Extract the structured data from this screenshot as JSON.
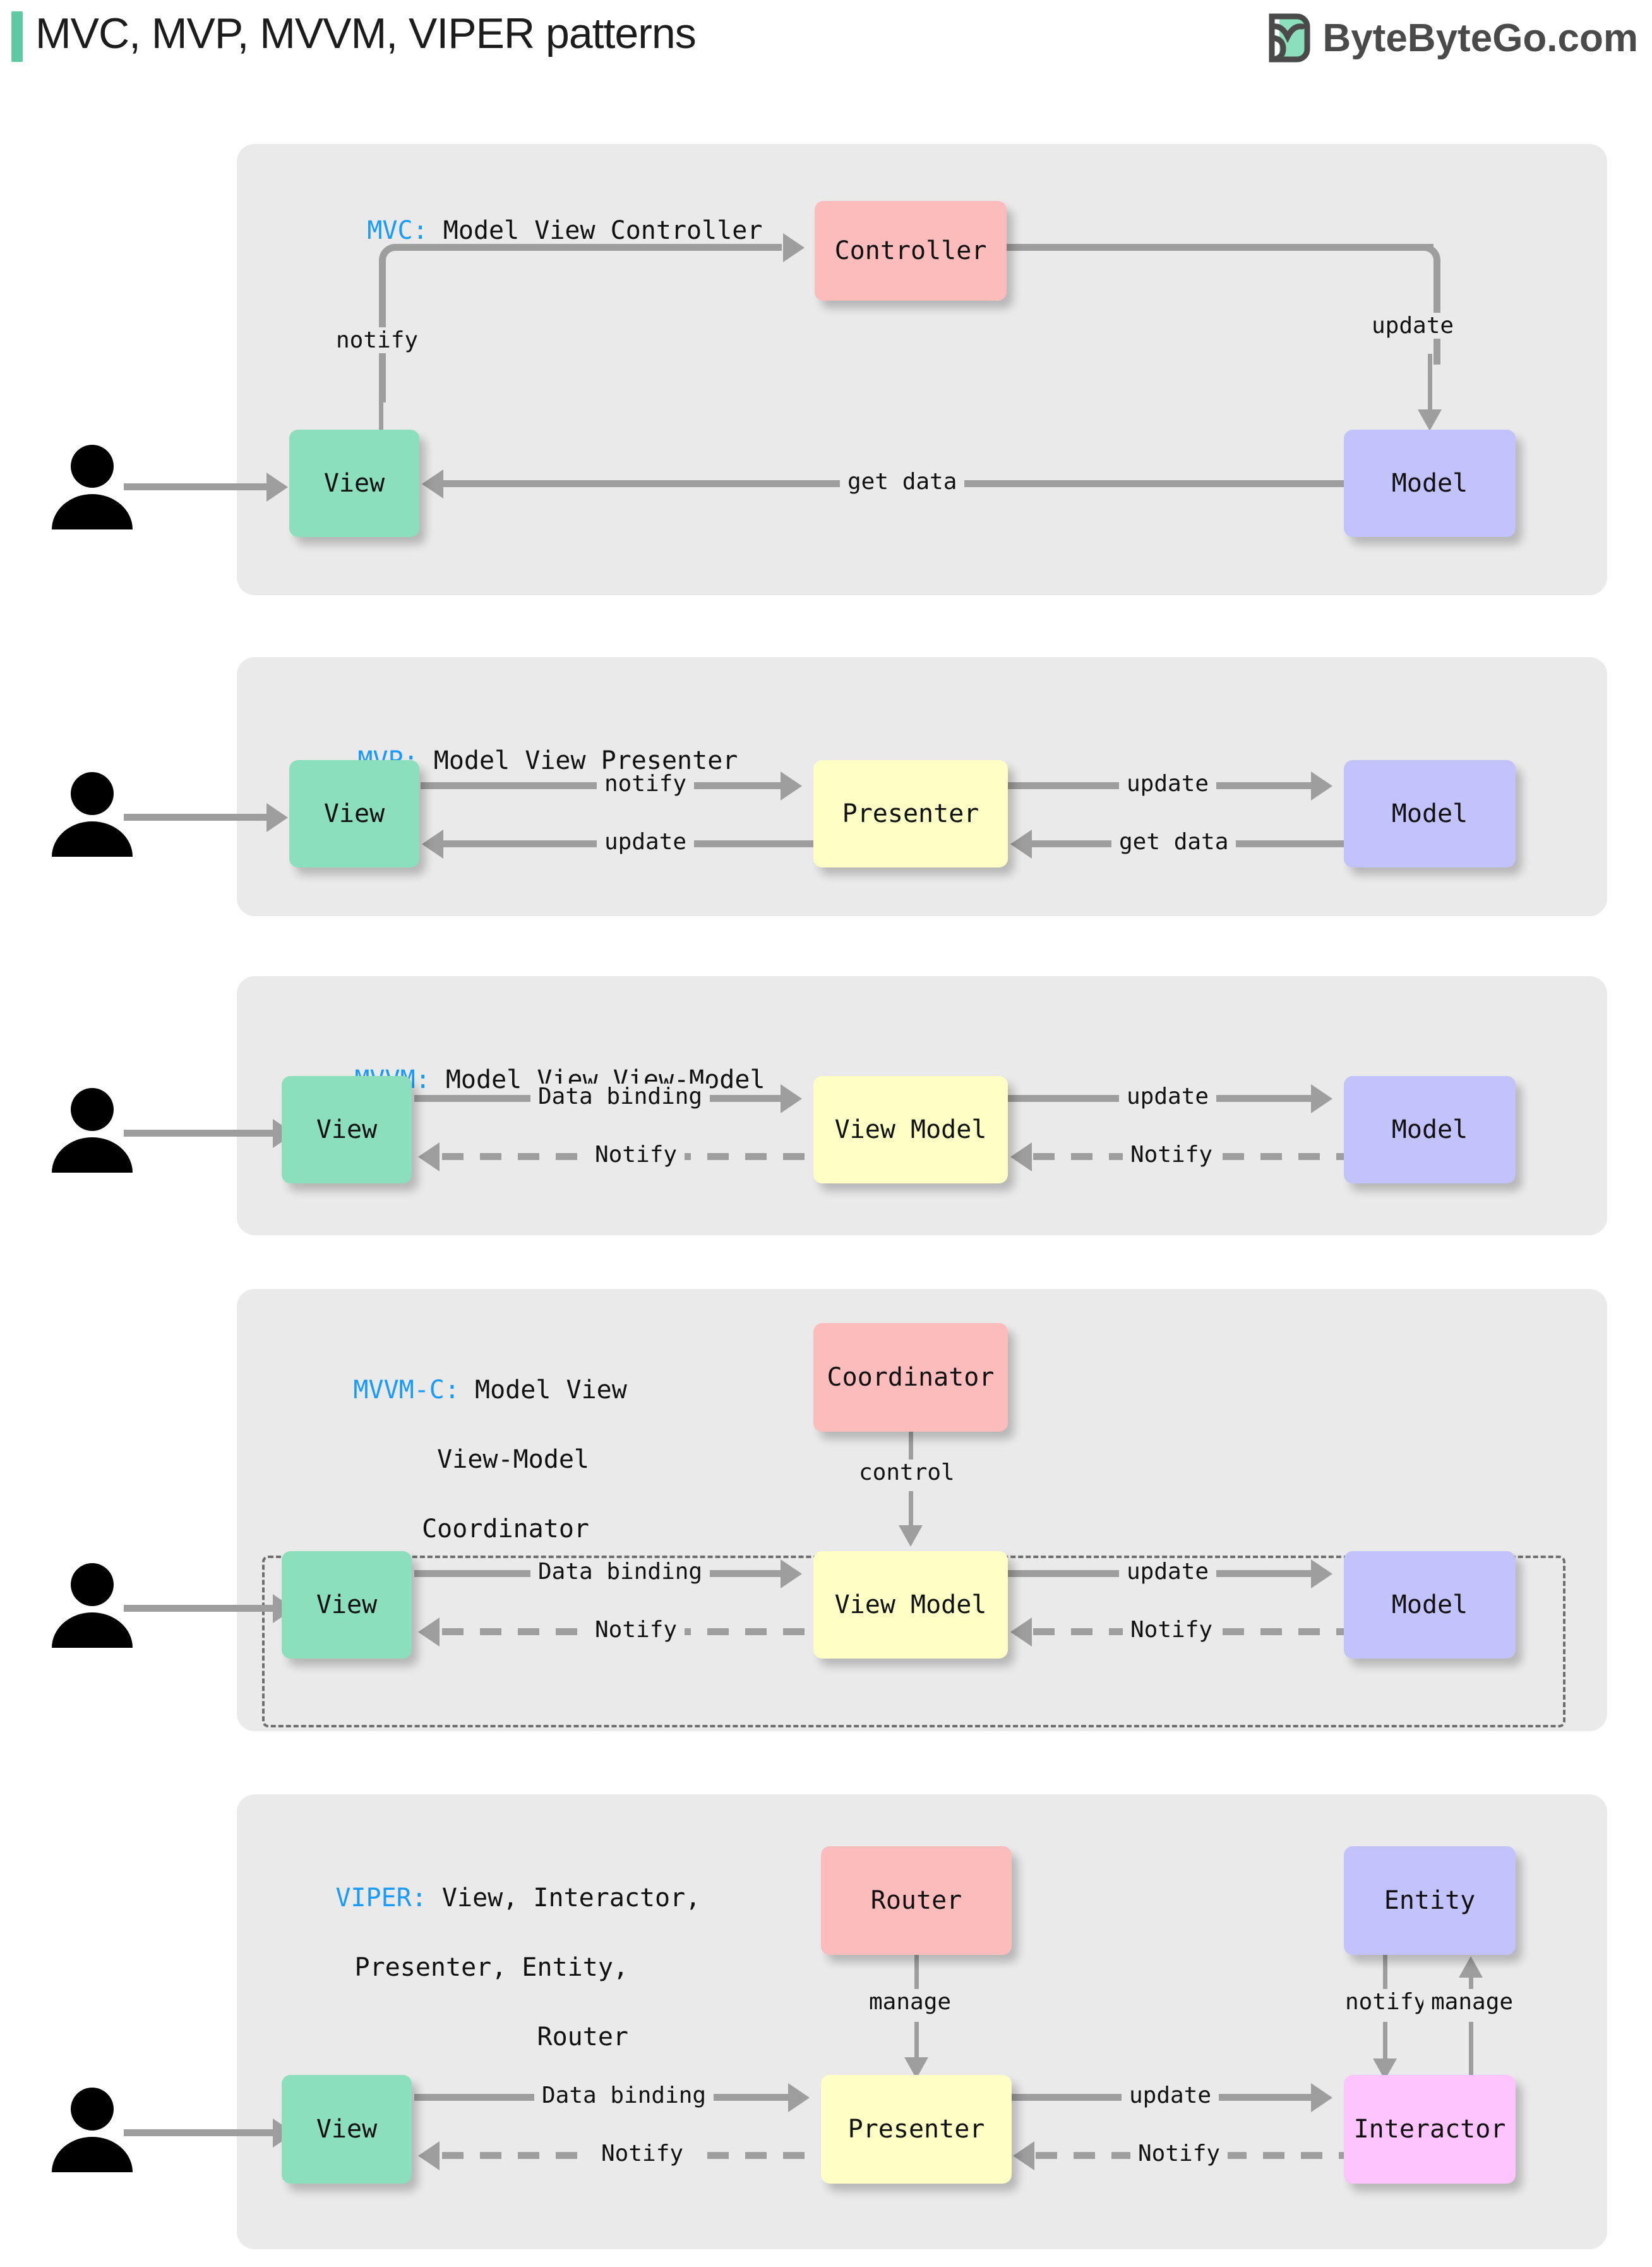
{
  "header": {
    "title": "MVC, MVP, MVVM, VIPER patterns",
    "brand": "ByteByteGo.com",
    "accent_color": "#5FC9A1",
    "logo_name": "bytebytego-logo"
  },
  "colors": {
    "panel_bg": "#EAEAEA",
    "view_green": "#8CDFBC",
    "model_purple": "#C2C2FD",
    "controller_pink": "#FCBCBC",
    "presenter_yellow": "#FEFFC4",
    "interactor_magenta": "#FDC4FD",
    "connector_gray": "#9E9E9E",
    "keyword_blue": "#1A9AFA"
  },
  "sections": [
    {
      "id": "mvc",
      "keyword": "MVC:",
      "title_rest": " Model View Controller",
      "actor": "user-actor",
      "nodes": {
        "view": "View",
        "controller": "Controller",
        "model": "Model"
      },
      "edges": {
        "notify": "notify",
        "update": "update",
        "get_data": "get data"
      }
    },
    {
      "id": "mvp",
      "keyword": "MVP:",
      "title_rest": " Model View Presenter",
      "actor": "user-actor",
      "nodes": {
        "view": "View",
        "presenter": "Presenter",
        "model": "Model"
      },
      "edges": {
        "notify": "notify",
        "update_back": "update",
        "update": "update",
        "get_data": "get data"
      }
    },
    {
      "id": "mvvm",
      "keyword": "MVVM:",
      "title_rest": " Model View View-Model",
      "actor": "user-actor",
      "nodes": {
        "view": "View",
        "view_model": "View Model",
        "model": "Model"
      },
      "edges": {
        "data_binding": "Data binding",
        "notify_left": "Notify",
        "update": "update",
        "notify_right": "Notify"
      }
    },
    {
      "id": "mvvm-c",
      "keyword": "MVVM-C:",
      "title_line1": " Model View",
      "title_line2": "View-Model",
      "title_line3": "Coordinator",
      "actor": "user-actor",
      "nodes": {
        "coordinator": "Coordinator",
        "view": "View",
        "view_model": "View Model",
        "model": "Model"
      },
      "edges": {
        "control": "control",
        "data_binding": "Data binding",
        "notify_left": "Notify",
        "update": "update",
        "notify_right": "Notify"
      }
    },
    {
      "id": "viper",
      "keyword": "VIPER:",
      "title_line1": " View, Interactor,",
      "title_line2": "Presenter, Entity,",
      "title_line3": "Router",
      "actor": "user-actor",
      "nodes": {
        "router": "Router",
        "entity": "Entity",
        "view": "View",
        "presenter": "Presenter",
        "interactor": "Interactor"
      },
      "edges": {
        "manage_router": "manage",
        "notify_entity": "notify",
        "manage_entity": "manage",
        "data_binding": "Data binding",
        "notify_left": "Notify",
        "update": "update",
        "notify_right": "Notify"
      }
    }
  ]
}
